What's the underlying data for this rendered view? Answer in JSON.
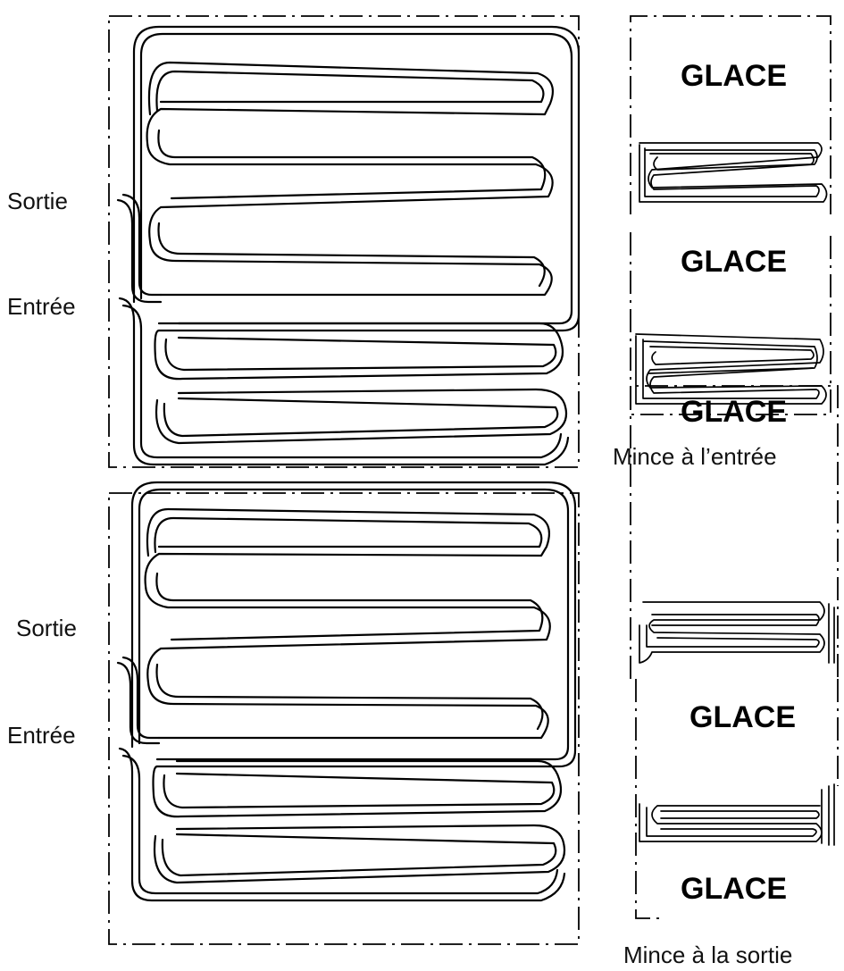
{
  "diagram": {
    "top_panel": {
      "outlet_label": "Sortie",
      "inlet_label": "Entrée"
    },
    "bottom_panel": {
      "outlet_label": "Sortie",
      "inlet_label": "Entrée"
    },
    "side_top": {
      "ice_upper": "GLACE",
      "ice_lower": "GLACE",
      "caption": "Mince à l’entrée"
    },
    "side_bottom": {
      "ice_upper": "GLACE",
      "ice_middle": "GLACE",
      "ice_lower": "GLACE",
      "caption": "Mince à la sortie"
    }
  }
}
